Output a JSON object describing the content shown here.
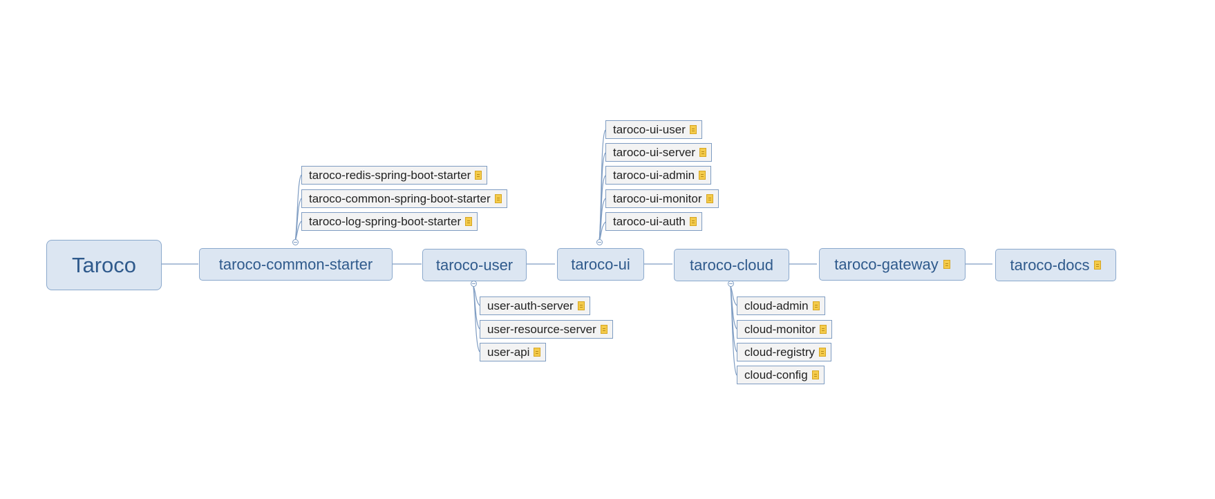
{
  "root": {
    "label": "Taroco"
  },
  "branches": [
    {
      "key": "common-starter",
      "label": "taroco-common-starter",
      "has_note": false,
      "children": [
        {
          "label": "taroco-redis-spring-boot-starter",
          "icon": "note-icon"
        },
        {
          "label": "taroco-common-spring-boot-starter",
          "icon": "note-icon"
        },
        {
          "label": "taroco-log-spring-boot-starter",
          "icon": "note-icon"
        }
      ]
    },
    {
      "key": "user",
      "label": "taroco-user",
      "has_note": false,
      "children": [
        {
          "label": "user-auth-server",
          "icon": "note-icon"
        },
        {
          "label": "user-resource-server",
          "icon": "note-icon"
        },
        {
          "label": "user-api",
          "icon": "note-icon"
        }
      ]
    },
    {
      "key": "ui",
      "label": "taroco-ui",
      "has_note": false,
      "children": [
        {
          "label": "taroco-ui-user",
          "icon": "note-icon"
        },
        {
          "label": "taroco-ui-server",
          "icon": "note-icon"
        },
        {
          "label": "taroco-ui-admin",
          "icon": "note-icon"
        },
        {
          "label": "taroco-ui-monitor",
          "icon": "note-icon"
        },
        {
          "label": "taroco-ui-auth",
          "icon": "note-icon"
        }
      ]
    },
    {
      "key": "cloud",
      "label": "taroco-cloud",
      "has_note": false,
      "children": [
        {
          "label": "cloud-admin",
          "icon": "note-icon"
        },
        {
          "label": "cloud-monitor",
          "icon": "note-icon"
        },
        {
          "label": "cloud-registry",
          "icon": "note-icon"
        },
        {
          "label": "cloud-config",
          "icon": "note-icon"
        }
      ]
    },
    {
      "key": "gateway",
      "label": "taroco-gateway",
      "has_note": true,
      "children": []
    },
    {
      "key": "docs",
      "label": "taroco-docs",
      "has_note": true,
      "children": []
    }
  ],
  "colors": {
    "node_fill": "#dce6f2",
    "node_border": "#8aa8cc",
    "node_text": "#2f5a8c",
    "leaf_fill": "#f3f3f3",
    "connector": "#7e9cc2",
    "note_icon": "#f4cb4b"
  }
}
